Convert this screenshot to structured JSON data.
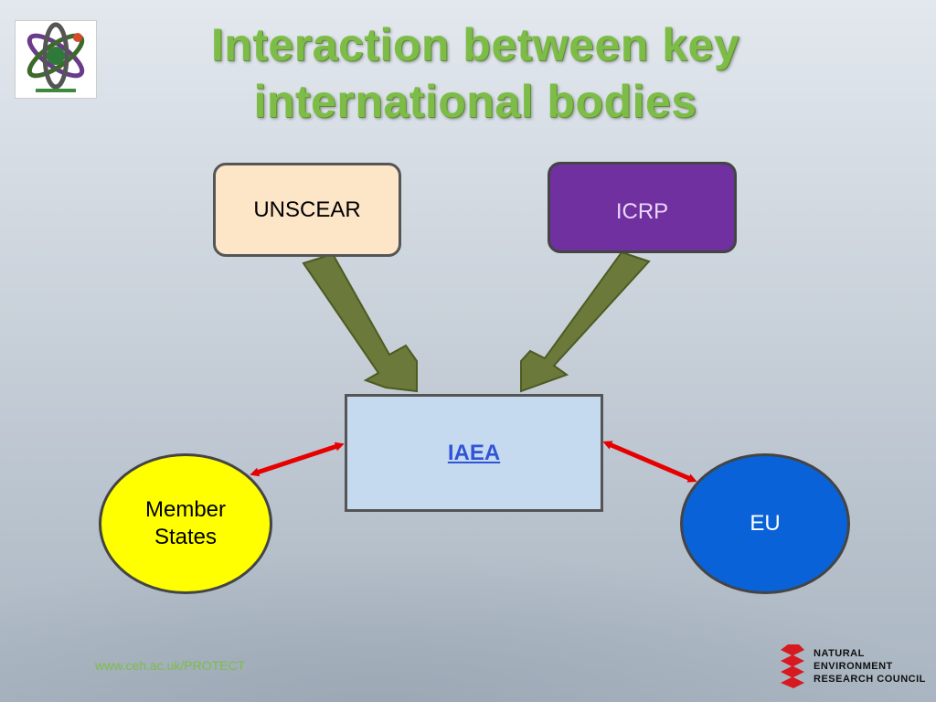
{
  "title_line1": "Interaction between key",
  "title_line2": "international bodies",
  "nodes": {
    "unscear": "UNSCEAR",
    "icrp": "ICRP",
    "iaea": "IAEA",
    "member_line1": "Member",
    "member_line2": "States",
    "eu": "EU"
  },
  "footer": {
    "url": "www.ceh.ac.uk/PROTECT",
    "nerc_line1": "NATURAL",
    "nerc_line2": "ENVIRONMENT",
    "nerc_line3": "RESEARCH COUNCIL"
  },
  "colors": {
    "title_green": "#7dbd47",
    "arrow_olive": "#6b7a3a",
    "link_red": "#e60000",
    "icrp_purple": "#7030a0",
    "eu_blue": "#0a62d8",
    "member_yellow": "#ffff00"
  }
}
